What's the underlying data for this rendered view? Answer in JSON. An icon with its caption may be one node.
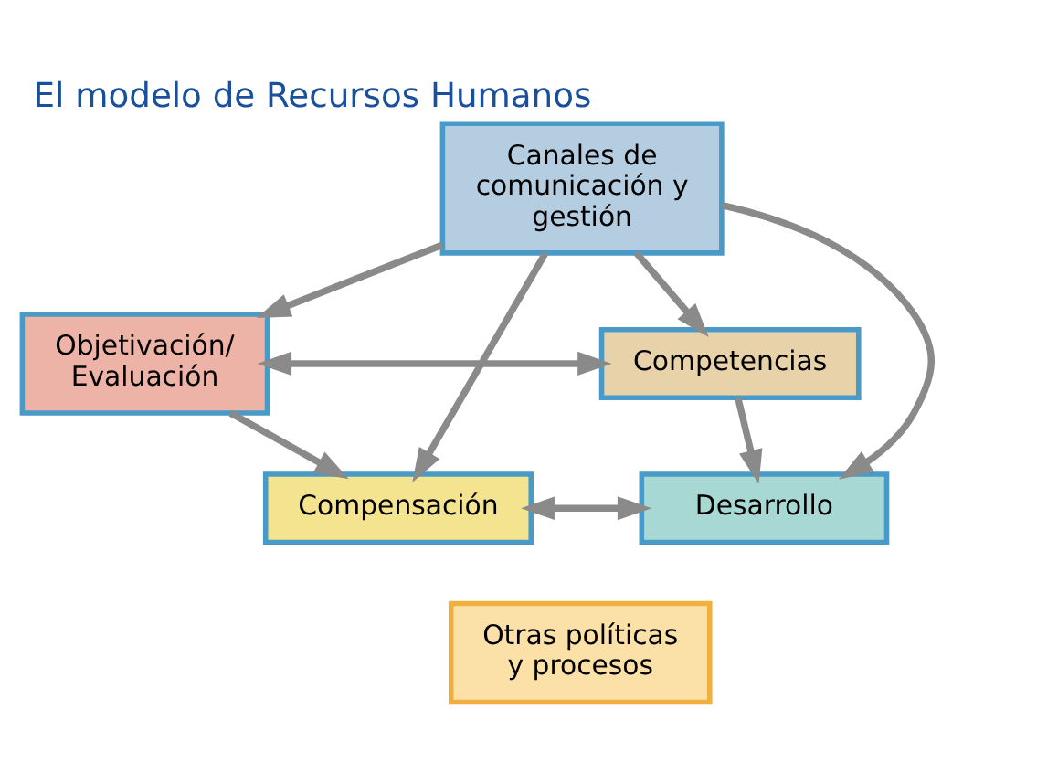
{
  "diagram": {
    "title": "El modelo de Recursos Humanos",
    "nodes": [
      {
        "text": [
          "Objetivación/ Evaluación"
        ]
      },
      {
        "text": [
          "Competencias"
        ]
      },
      {
        "text": [
          "Canales de comunicación y gestión"
        ]
      },
      {
        "text": [
          "Compensación"
        ]
      },
      {
        "text": [
          "Desarrollo"
        ]
      },
      {
        "text": [
          "Otras políticas y procesos"
        ]
      }
    ],
    "edges": [
      {
        "from": 0,
        "to": 1,
        "arrow": "both"
      },
      {
        "from": 2,
        "to": 0,
        "arrow": "to"
      },
      {
        "from": 2,
        "to": 1,
        "arrow": "to"
      },
      {
        "from": 0,
        "to": 3,
        "arrow": "to"
      },
      {
        "from": 1,
        "to": 4,
        "arrow": "to"
      },
      {
        "from": 2,
        "to": 3,
        "arrow": "to"
      },
      {
        "from": 2,
        "to": 4,
        "arrow": "to"
      },
      {
        "from": 3,
        "to": 4,
        "arrow": "both"
      }
    ]
  }
}
